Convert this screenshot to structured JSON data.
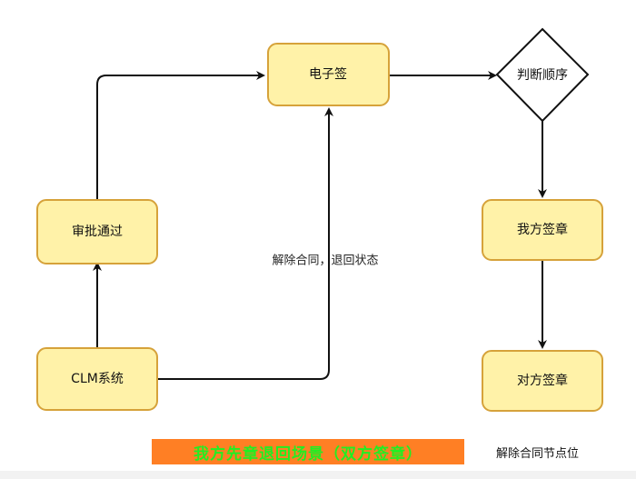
{
  "nodes": {
    "clm_system": "CLM系统",
    "approval_passed": "审批通过",
    "e_sign": "电子签",
    "judge_order": "判断顺序",
    "our_side_sign": "我方签章",
    "counterparty_sign": "对方签章"
  },
  "edge_labels": {
    "rescind_revert": "解除合同，退回状态"
  },
  "footer": {
    "banner": "我方先章退回场景（双方签章）",
    "note": "解除合同节点位"
  },
  "colors": {
    "node_fill": "#fff2a8",
    "node_stroke": "#d6a23a",
    "arrow": "#111111",
    "banner_bg": "#ff7f24",
    "banner_text": "#22ee22"
  }
}
